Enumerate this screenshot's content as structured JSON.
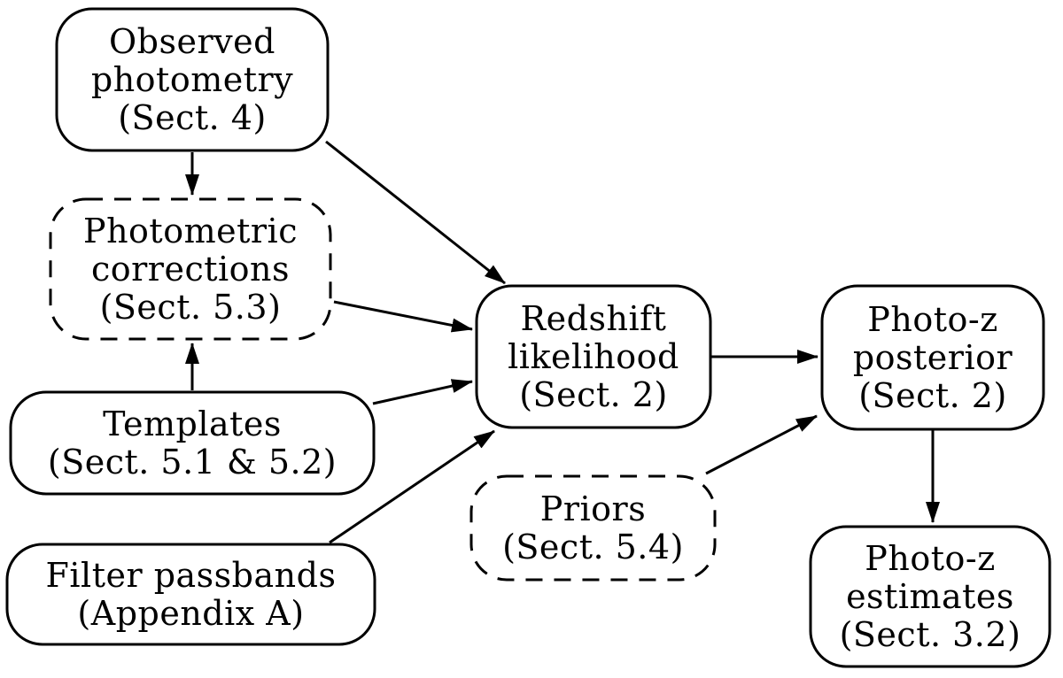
{
  "figure": {
    "type": "flowchart",
    "background_color": "#ffffff",
    "stroke_color": "#000000",
    "text_color": "#000000",
    "nodes": [
      {
        "id": "observed-photometry",
        "border": "solid",
        "lines": [
          "Observed",
          "photometry",
          "(Sect. 4)"
        ]
      },
      {
        "id": "photometric-corrections",
        "border": "dashed",
        "lines": [
          "Photometric",
          "corrections",
          "(Sect. 5.3)"
        ]
      },
      {
        "id": "templates",
        "border": "solid",
        "lines": [
          "Templates",
          "(Sect. 5.1 & 5.2)"
        ]
      },
      {
        "id": "filter-passbands",
        "border": "solid",
        "lines": [
          "Filter passbands",
          "(Appendix A)"
        ]
      },
      {
        "id": "redshift-likelihood",
        "border": "solid",
        "lines": [
          "Redshift",
          "likelihood",
          "(Sect. 2)"
        ]
      },
      {
        "id": "priors",
        "border": "dashed",
        "lines": [
          "Priors",
          "(Sect. 5.4)"
        ]
      },
      {
        "id": "photoz-posterior",
        "border": "solid",
        "lines": [
          "Photo-z",
          "posterior",
          "(Sect. 2)"
        ]
      },
      {
        "id": "photoz-estimates",
        "border": "solid",
        "lines": [
          "Photo-z",
          "estimates",
          "(Sect. 3.2)"
        ]
      }
    ],
    "edges": [
      {
        "from": "observed-photometry",
        "to": "photometric-corrections"
      },
      {
        "from": "observed-photometry",
        "to": "redshift-likelihood"
      },
      {
        "from": "photometric-corrections",
        "to": "redshift-likelihood"
      },
      {
        "from": "templates",
        "to": "photometric-corrections"
      },
      {
        "from": "templates",
        "to": "redshift-likelihood"
      },
      {
        "from": "filter-passbands",
        "to": "redshift-likelihood"
      },
      {
        "from": "redshift-likelihood",
        "to": "photoz-posterior"
      },
      {
        "from": "priors",
        "to": "photoz-posterior"
      },
      {
        "from": "photoz-posterior",
        "to": "photoz-estimates"
      }
    ]
  }
}
